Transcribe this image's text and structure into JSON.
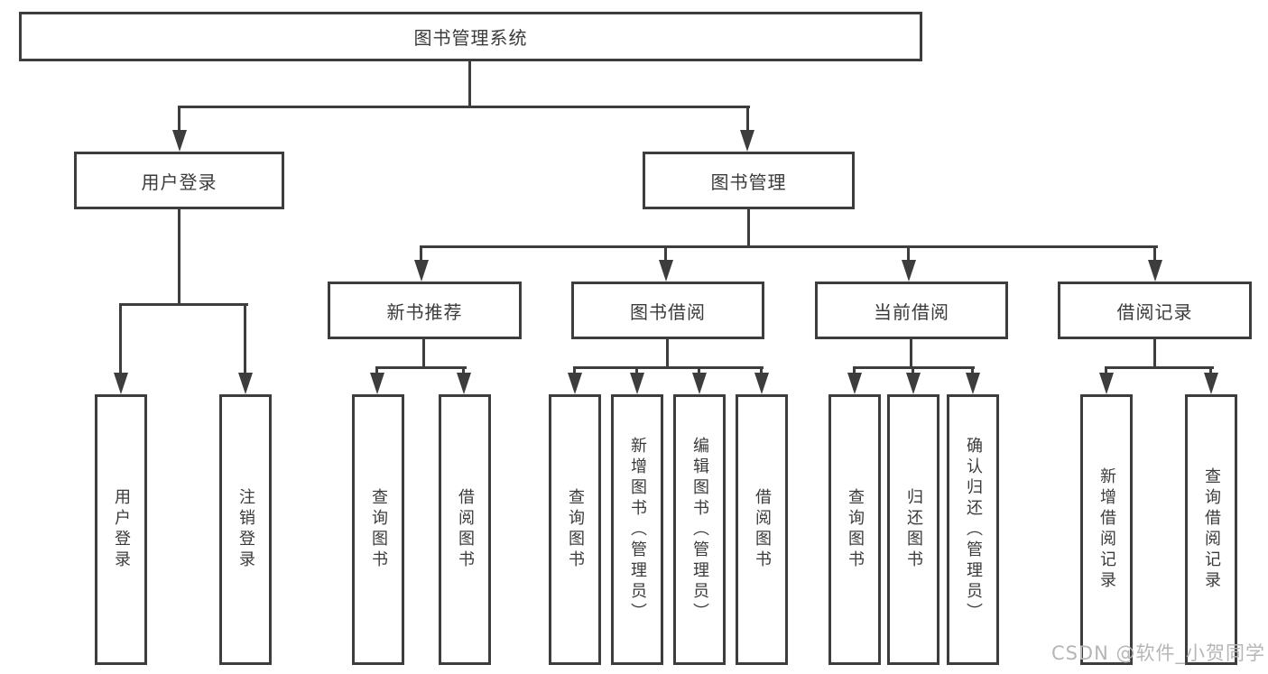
{
  "diagram": {
    "root": {
      "label": "图书管理系统"
    },
    "level2": [
      {
        "label": "用户登录"
      },
      {
        "label": "图书管理"
      }
    ],
    "level3": [
      {
        "label": "新书推荐"
      },
      {
        "label": "图书借阅"
      },
      {
        "label": "当前借阅"
      },
      {
        "label": "借阅记录"
      }
    ],
    "leaves": {
      "user_login": [
        "用户登录",
        "注销登录"
      ],
      "new_book": [
        "查询图书",
        "借阅图书"
      ],
      "book_borrow": [
        "查询图书",
        "新增图书（管理员）",
        "编辑图书（管理员）",
        "借阅图书"
      ],
      "current_borrow": [
        "查询图书",
        "归还图书",
        "确认归还（管理员）"
      ],
      "borrow_record": [
        "新增借阅记录",
        "查询借阅记录"
      ]
    }
  },
  "watermark": {
    "text": "CSDN @软件_小贺同学"
  },
  "colors": {
    "line": "#3d3d3d",
    "text": "#3b3b3b",
    "bg": "#ffffff",
    "watermark": "#b6b6b6"
  }
}
